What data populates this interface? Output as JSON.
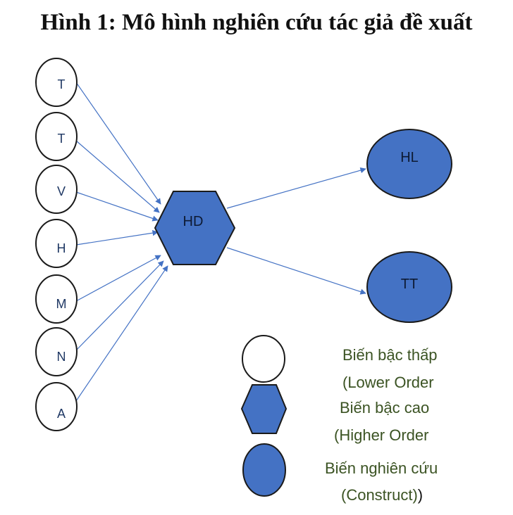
{
  "title": "Hình 1: Mô hình nghiên cứu tác giả đề xuất",
  "nodes": {
    "lower": [
      "T",
      "T",
      "V",
      "H",
      "M",
      "N",
      "A"
    ],
    "higher": "HD",
    "constructs": [
      "HL",
      "TT"
    ]
  },
  "legend": {
    "lower_vi": "Biến bậc thấp",
    "lower_en": "(Lower Order",
    "higher_vi": "Biến bậc cao",
    "higher_en": "(Higher Order",
    "construct_vi": "Biến nghiên cứu",
    "construct_en": "(Construct)",
    "construct_en_close": ")"
  },
  "colors": {
    "fill_blue": "#4472c4",
    "stroke": "#1a1a1a",
    "arrow": "#4472c4",
    "legend_text": "#3b5323"
  }
}
